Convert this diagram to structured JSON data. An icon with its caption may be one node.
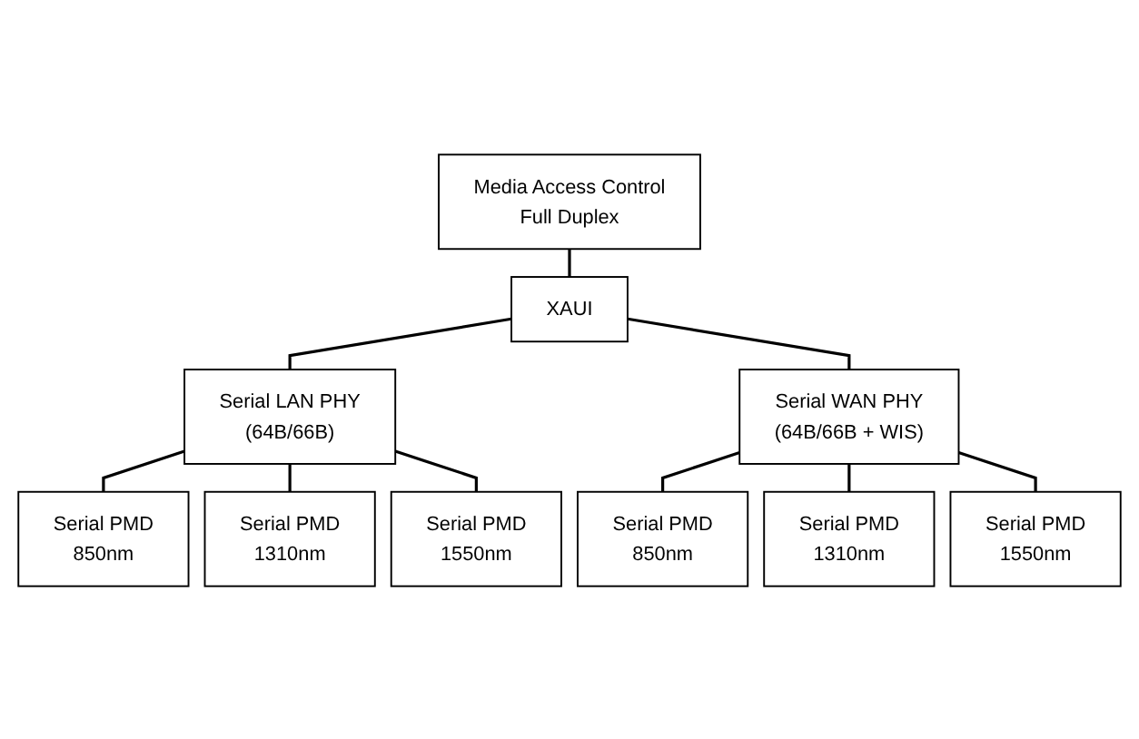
{
  "diagram": {
    "nodes": [
      {
        "text": [
          "Media Access Control",
          "Full Duplex"
        ]
      },
      {
        "text": [
          "XAUI"
        ]
      },
      {
        "text": [
          "Serial LAN PHY",
          "(64B/66B)"
        ]
      },
      {
        "text": [
          "Serial WAN PHY",
          "(64B/66B + WIS)"
        ]
      },
      {
        "text": [
          "Serial PMD",
          "850nm"
        ]
      },
      {
        "text": [
          "Serial PMD",
          "1310nm"
        ]
      },
      {
        "text": [
          "Serial PMD",
          "1550nm"
        ]
      },
      {
        "text": [
          "Serial PMD",
          "850nm"
        ]
      },
      {
        "text": [
          "Serial PMD",
          "1310nm"
        ]
      },
      {
        "text": [
          "Serial PMD",
          "1550nm"
        ]
      }
    ],
    "edges": [
      {
        "from": 0,
        "to": 1,
        "arrow": "none"
      },
      {
        "from": 1,
        "to": 2,
        "arrow": "none"
      },
      {
        "from": 1,
        "to": 3,
        "arrow": "none"
      },
      {
        "from": 2,
        "to": 4,
        "arrow": "none"
      },
      {
        "from": 2,
        "to": 5,
        "arrow": "none"
      },
      {
        "from": 2,
        "to": 6,
        "arrow": "none"
      },
      {
        "from": 3,
        "to": 7,
        "arrow": "none"
      },
      {
        "from": 3,
        "to": 8,
        "arrow": "none"
      },
      {
        "from": 3,
        "to": 9,
        "arrow": "none"
      }
    ]
  }
}
